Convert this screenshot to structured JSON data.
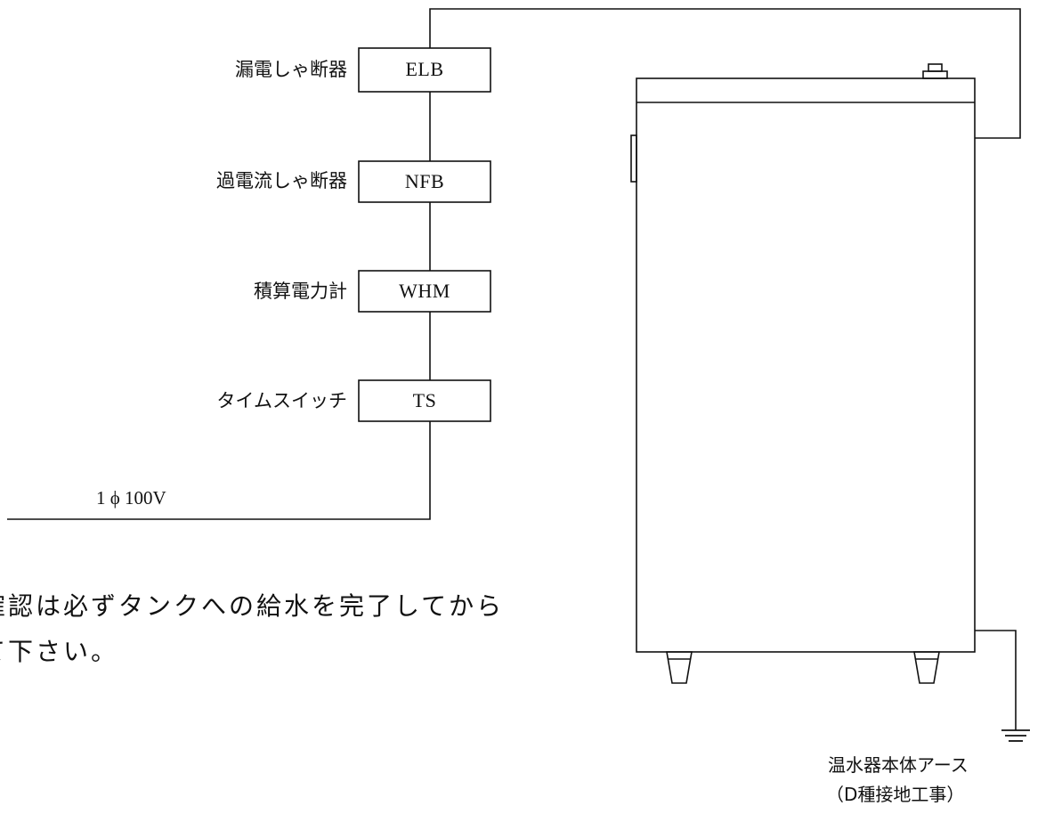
{
  "components": [
    {
      "label": "漏電しゃ断器",
      "code": "ELB"
    },
    {
      "label": "過電流しゃ断器",
      "code": "NFB"
    },
    {
      "label": "積算電力計",
      "code": "WHM"
    },
    {
      "label": "タイムスイッチ",
      "code": "TS"
    }
  ],
  "supply_label": "1 ϕ 100V",
  "note_lines": [
    "確認は必ずタンクへの給水を完了してから",
    "て下さい。"
  ],
  "earth_labels": [
    "温水器本体アース",
    "（D種接地工事）"
  ]
}
